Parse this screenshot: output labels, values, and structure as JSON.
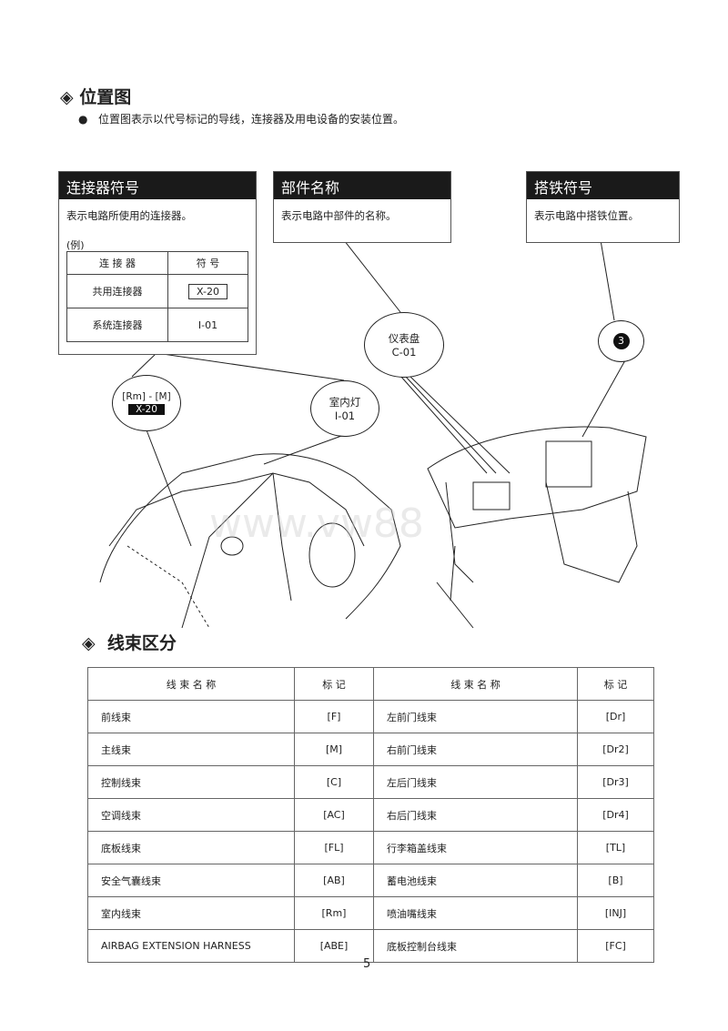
{
  "section1": {
    "title": "位置图",
    "bullet": "位置图表示以代号标记的导线，连接器及用电设备的安装位置。"
  },
  "box_connector": {
    "title": "连接器符号",
    "desc": "表示电路所使用的连接器。",
    "example_label": "(例)",
    "headers": [
      "连 接 器",
      "符 号"
    ],
    "rows": [
      [
        "共用连接器",
        "X-20"
      ],
      [
        "系统连接器",
        "I-01"
      ]
    ]
  },
  "box_part": {
    "title": "部件名称",
    "desc": "表示电路中部件的名称。"
  },
  "box_ground": {
    "title": "搭铁符号",
    "desc": "表示电路中搭铁位置。"
  },
  "callouts": {
    "dash_name": "仪表盘",
    "dash_code": "C-01",
    "ground_num": "3",
    "conn_harness": "[Rm] - [M]",
    "conn_code": "X-20",
    "lamp_name": "室内灯",
    "lamp_code": "I-01"
  },
  "section2": {
    "title": "线束区分",
    "headers": [
      "线 束 名 称",
      "标 记",
      "线 束 名 称",
      "标 记"
    ],
    "rows": [
      [
        "前线束",
        "[F]",
        "左前门线束",
        "[Dr]"
      ],
      [
        "主线束",
        "[M]",
        "右前门线束",
        "[Dr2]"
      ],
      [
        "控制线束",
        "[C]",
        "左后门线束",
        "[Dr3]"
      ],
      [
        "空调线束",
        "[AC]",
        "右后门线束",
        "[Dr4]"
      ],
      [
        "底板线束",
        "[FL]",
        "行李箱盖线束",
        "[TL]"
      ],
      [
        "安全气囊线束",
        "[AB]",
        "蓄电池线束",
        "[B]"
      ],
      [
        "室内线束",
        "[Rm]",
        "喷油嘴线束",
        "[INJ]"
      ],
      [
        "AIRBAG EXTENSION  HARNESS",
        "[ABE]",
        "底板控制台线束",
        "[FC]"
      ]
    ]
  },
  "page_number": "5"
}
